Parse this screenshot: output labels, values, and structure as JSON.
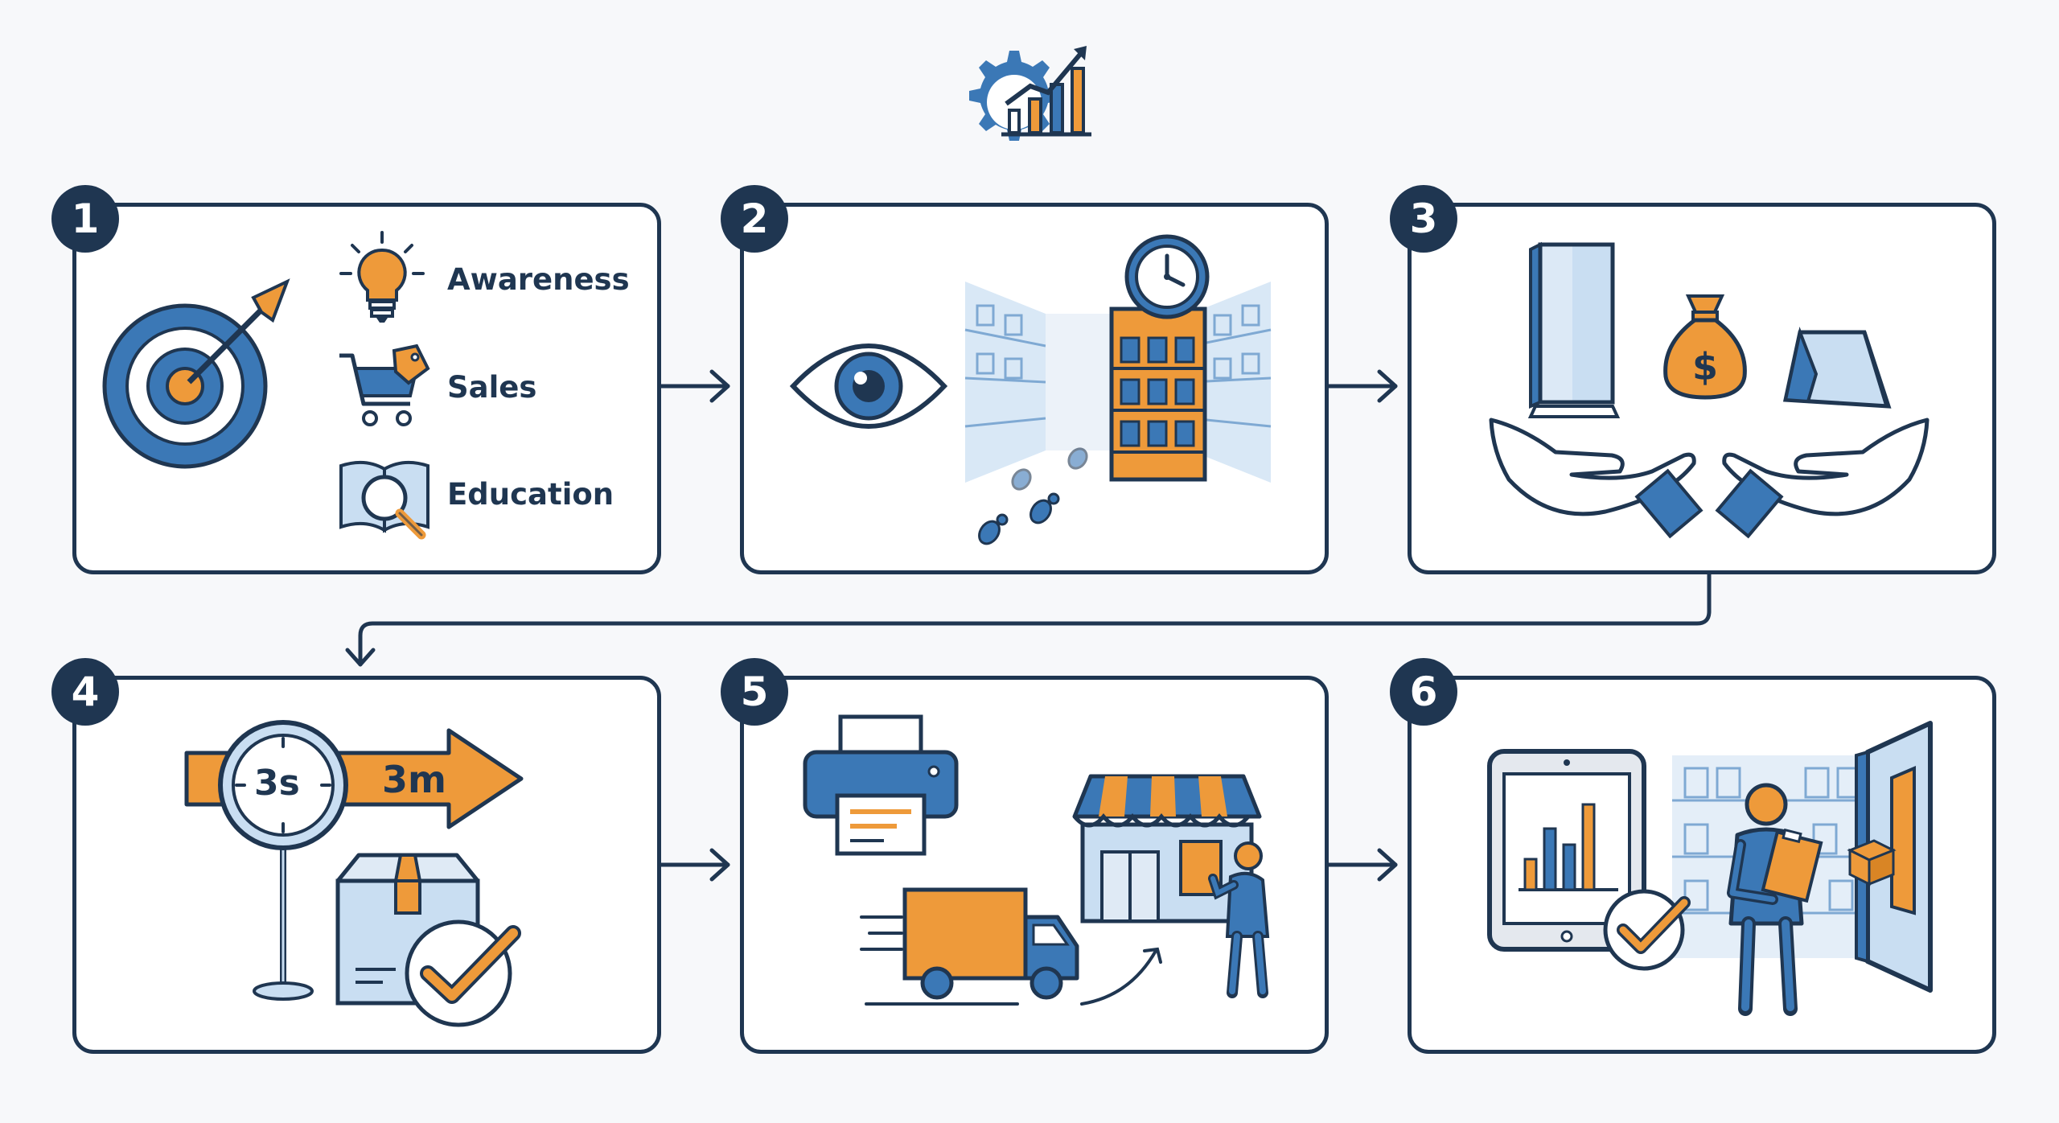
{
  "colors": {
    "navy": "#1f3651",
    "blue": "#3b78b6",
    "light_blue": "#c9def2",
    "orange": "#ee9a3a",
    "card_bg": "#ffffff",
    "page_bg": "#f7f8fa"
  },
  "header": {
    "icon": "gear-growth-chart-icon"
  },
  "steps": [
    {
      "number": "1",
      "icons": [
        "target-arrow-icon",
        "lightbulb-icon",
        "shopping-cart-tag-icon",
        "book-magnifier-icon"
      ],
      "labels": [
        "Awareness",
        "Sales",
        "Education"
      ]
    },
    {
      "number": "2",
      "icons": [
        "eye-icon",
        "store-aisle-icon",
        "clock-icon",
        "display-tower-icon",
        "footprints-icon"
      ]
    },
    {
      "number": "3",
      "icons": [
        "standee-display-icon",
        "money-bag-icon",
        "tent-card-icon",
        "open-hands-icon"
      ]
    },
    {
      "number": "4",
      "icons": [
        "stopwatch-sign-icon",
        "orange-arrow-icon",
        "package-box-icon",
        "check-icon"
      ],
      "timer": "3s",
      "duration": "3m"
    },
    {
      "number": "5",
      "icons": [
        "printer-icon",
        "delivery-truck-icon",
        "storefront-icon",
        "installer-person-icon"
      ]
    },
    {
      "number": "6",
      "icons": [
        "tablet-bar-chart-icon",
        "check-icon",
        "auditor-person-icon",
        "store-shelf-icon",
        "display-panel-icon"
      ]
    }
  ]
}
